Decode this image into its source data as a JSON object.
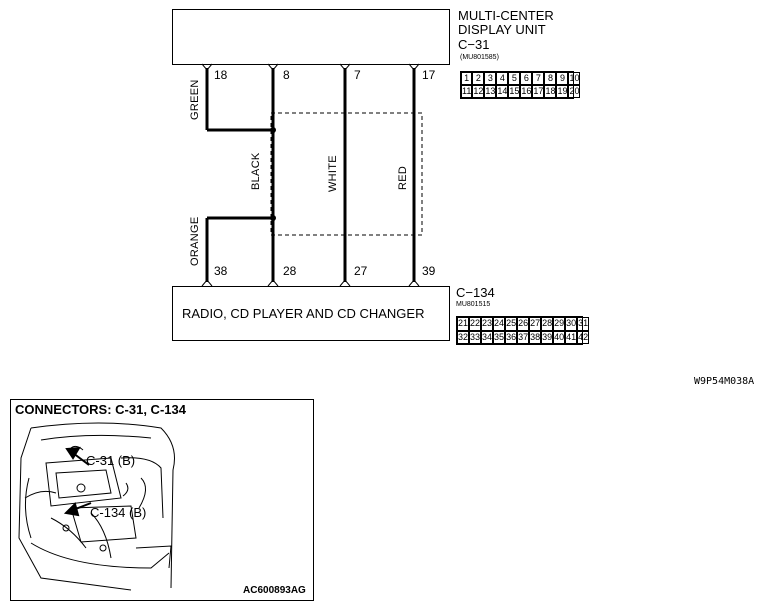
{
  "top_unit": {
    "name_line1": "MULTI-CENTER",
    "name_line2": "DISPLAY UNIT",
    "connector": "C−31",
    "part_no": "(MU801585)",
    "pins_row1": [
      "1",
      "2",
      "3",
      "4",
      "5",
      "6",
      "7",
      "8",
      "9",
      "10"
    ],
    "pins_row2": [
      "11",
      "12",
      "13",
      "14",
      "15",
      "16",
      "17",
      "18",
      "19",
      "20"
    ]
  },
  "bottom_unit": {
    "name": "RADIO, CD PLAYER AND CD CHANGER",
    "connector": "C−134",
    "part_no": "MU801515",
    "pins_row1": [
      "21",
      "22",
      "23",
      "24",
      "25",
      "26",
      "27",
      "28",
      "29",
      "30",
      "31"
    ],
    "pins_row2": [
      "32",
      "33",
      "34",
      "35",
      "36",
      "37",
      "38",
      "39",
      "40",
      "41",
      "42"
    ]
  },
  "wires": [
    {
      "top_pin": "18",
      "bottom_pin": "38",
      "colors": [
        "GREEN",
        "ORANGE"
      ]
    },
    {
      "top_pin": "8",
      "bottom_pin": "28",
      "color": "BLACK"
    },
    {
      "top_pin": "7",
      "bottom_pin": "27",
      "color": "WHITE"
    },
    {
      "top_pin": "17",
      "bottom_pin": "39",
      "color": "RED"
    }
  ],
  "diagram_code": "W9P54M038A",
  "connectors_panel": {
    "title": "CONNECTORS: C-31, C-134",
    "callout1": "C-31 (B)",
    "callout2": "C-134 (B)",
    "code": "AC600893AG"
  }
}
